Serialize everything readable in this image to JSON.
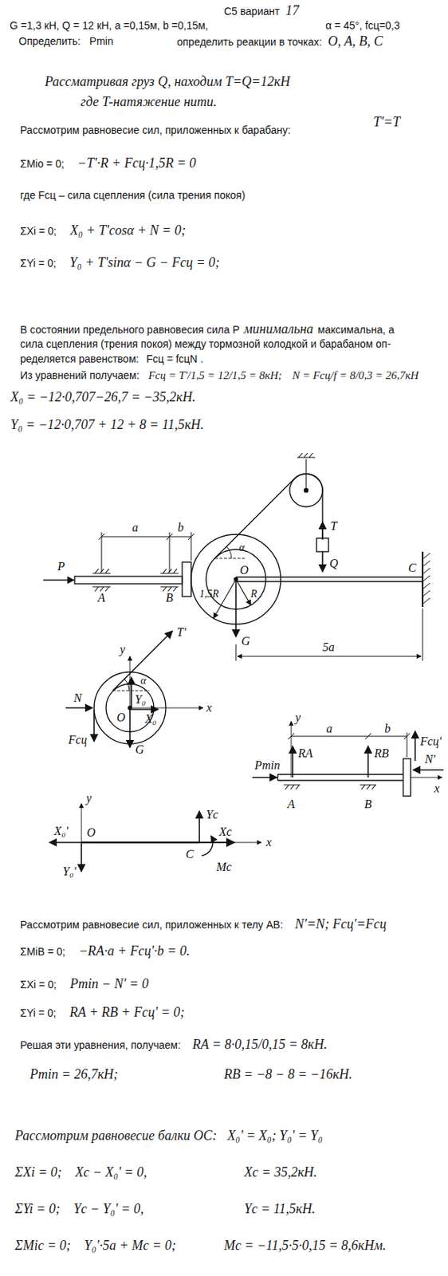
{
  "diagram": {
    "title": "С5 вариант",
    "labels": [
      "17",
      "G =1,3 кН, Q = 12 кН, a =0,15м, b =0,15м,",
      "α = 45°, fсц=0,3",
      "Определить:",
      "Pmin",
      "определить реакции в точках:",
      "O, A, B, C",
      "Рассматривая груз Q, находим T=Q=12кН",
      "где T-натяжение нити.",
      "Рассмотрим равновесие сил, приложенных к барабану:",
      "T'=T",
      "ΣMio = 0;",
      "−T'·R + Fсц·1,5R = 0",
      "где Fсц – сила сцепления (сила трения покоя)",
      "ΣXi = 0;",
      "X₀ + T'cosα + N = 0;",
      "ΣYi = 0;",
      "Y₀ + T'sinα − G − Fсц = 0;",
      "В состоянии предельного равновесия сила P",
      "минимальна",
      "максимальна, а",
      "сила сцепления (трения покоя) между тормозной колодкой и барабаном оп-",
      "ределяется равенством:",
      "Fсц = fсцN .",
      "Из уравнений получаем:",
      "Fсц = T'/1,5 = 12/1,5 = 8кН;",
      "N = Fсц/f = 8/0,3 = 26,7кН",
      "X₀ = −12·0,707−26,7 = −35,2кН.",
      "Y₀ = −12·0,707 + 12 + 8 = 11,5кН.",
      "P",
      "a",
      "b",
      "A",
      "B",
      "O",
      "1,5R",
      "R",
      "G",
      "α",
      "T",
      "Q",
      "C",
      "5a",
      "y",
      "x",
      "T'",
      "α",
      "N",
      "Fсц",
      "Y₀",
      "X₀",
      "G",
      "O",
      "y",
      "RA",
      "a",
      "b",
      "RB",
      "Fсц'",
      "Pmin",
      "N'",
      "A",
      "B",
      "x",
      "y",
      "O",
      "X₀'",
      "Y₀'",
      "C",
      "Yc",
      "Xc",
      "Mc",
      "x",
      "Рассмотрим равновесие сил, приложенных к телу AB:",
      "N'=N; Fсц'=Fсц",
      "ΣMiB = 0;",
      "−RA·a + Fсц'·b = 0.",
      "ΣXi = 0;",
      "Pmin − N' = 0",
      "ΣYi = 0;",
      "RA + RB + Fсц' = 0;",
      "Решая эти уравнения, получаем:",
      "RA = 8·0,15/0,15 = 8кН.",
      "Pmin = 26,7кН;",
      "RB = −8 − 8 = −16кН.",
      "Рассмотрим равновесие балки OC:",
      "X₀' = X₀; Y₀' = Y₀",
      "ΣXi = 0;",
      "Xc − X₀' = 0,",
      "Xc = 35,2кН.",
      "ΣYi = 0;",
      "Yc − Y₀' = 0,",
      "Yc = 11,5кН.",
      "ΣMic = 0;",
      "Y₀'·5a + Mc = 0;",
      "Mc = −11,5·5·0,15 = 8,6кНм."
    ]
  }
}
